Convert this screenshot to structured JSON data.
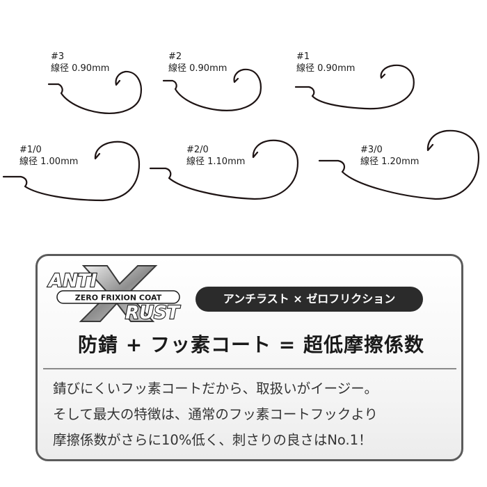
{
  "hooks": [
    {
      "size": "#3",
      "wire": "線径 0.90mm"
    },
    {
      "size": "#2",
      "wire": "線径 0.90mm"
    },
    {
      "size": "#1",
      "wire": "線径 0.90mm"
    },
    {
      "size": "#1/0",
      "wire": "線径 1.00mm"
    },
    {
      "size": "#2/0",
      "wire": "線径 1.10mm"
    },
    {
      "size": "#3/0",
      "wire": "線径 1.20mm"
    }
  ],
  "logo": {
    "top": "ANTI",
    "middle": "ZERO FRIXION COAT",
    "bottom": "RUST"
  },
  "badge": "アンチラスト × ゼロフリクション",
  "headline": "防錆 + フッ素コート = 超低摩擦係数",
  "body_lines": [
    "錆びにくいフッ素コートだから、取扱いがイージー。",
    "そして最大の特徴は、通常のフッ素コートフックより",
    "摩擦係数がさらに10%低く、刺さりの良さはNo.1！"
  ],
  "colors": {
    "hook": "#1e1414",
    "panel_border": "#5b5b5b",
    "badge_bg": "#2b2b2b"
  }
}
